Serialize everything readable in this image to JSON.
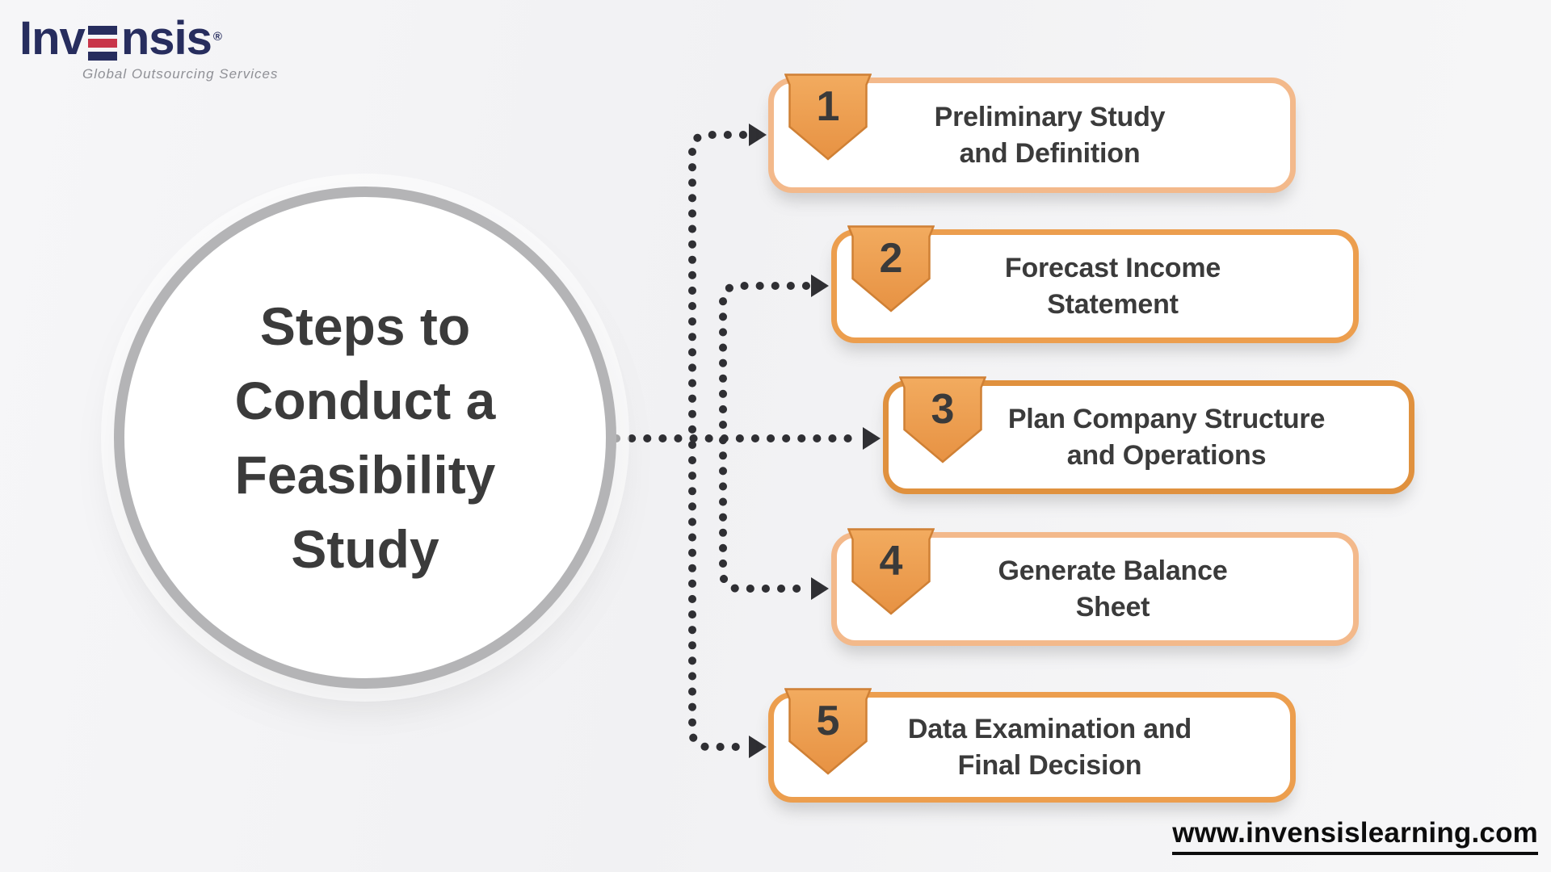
{
  "logo": {
    "brand_pre": "Inv",
    "brand_post": "nsis",
    "registered": "®",
    "tagline": "Global Outsourcing Services",
    "navy": "#272d5e",
    "red": "#c8354a"
  },
  "circle": {
    "title_line1": "Steps to",
    "title_line2": "Conduct a",
    "title_line3": "Feasibility",
    "title_line4": "Study",
    "border_color": "#b4b4b6",
    "text_color": "#3b3b3b"
  },
  "steps": [
    {
      "number": "1",
      "line1": "Preliminary Study",
      "line2": "and Definition",
      "border_color": "#f3b98b"
    },
    {
      "number": "2",
      "line1": "Forecast Income",
      "line2": "Statement",
      "border_color": "#ec9e4e"
    },
    {
      "number": "3",
      "line1": "Plan Company Structure",
      "line2": "and Operations",
      "border_color": "#e0913e"
    },
    {
      "number": "4",
      "line1": "Generate Balance",
      "line2": "Sheet",
      "border_color": "#f3b98b"
    },
    {
      "number": "5",
      "line1": "Data Examination and",
      "line2": "Final Decision",
      "border_color": "#ec9e4e"
    }
  ],
  "colors": {
    "connector": "#2f2f33",
    "badge_fill_top": "#f2ab5f",
    "badge_fill_bottom": "#e79243",
    "badge_stroke": "#cf8035",
    "background": "#f4f4f6"
  },
  "footer": {
    "url": "www.invensislearning.com"
  }
}
